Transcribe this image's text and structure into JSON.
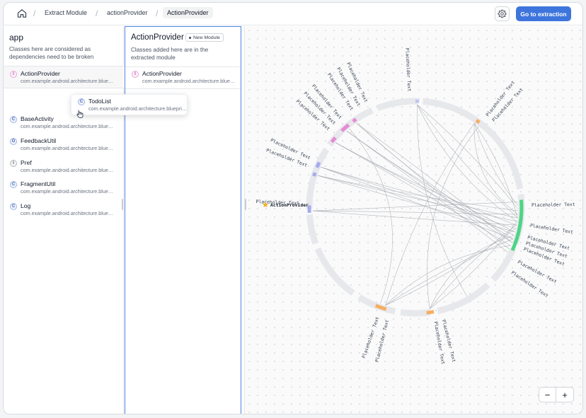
{
  "breadcrumb": {
    "items": [
      "Extract Module",
      "actionProvider",
      "ActionProvider"
    ]
  },
  "header": {
    "go_button": "Go to extraction"
  },
  "app_panel": {
    "title": "app",
    "description": "Classes here are considered as dependencies need to be broken",
    "pinned": {
      "badge": "I",
      "name": "ActionProvider",
      "package": "com.example.android.architecture.blueprints"
    },
    "items": [
      {
        "badge": "C",
        "name": "BaseActivity",
        "package": "com.example.android.architecture.blueprints"
      },
      {
        "badge": "O",
        "name": "FeedbackUtil",
        "package": "com.example.android.architecture.blueprints"
      },
      {
        "badge": "I",
        "name": "Pref",
        "package": "com.example.android.architecture.blueprints"
      },
      {
        "badge": "C",
        "name": "FragmentUtil",
        "package": "com.example.android.architecture.blueprints"
      },
      {
        "badge": "C",
        "name": "Log",
        "package": "com.example.android.architecture.blueprints"
      }
    ]
  },
  "drag_item": {
    "badge": "C",
    "name": "TodoList",
    "package": "com.example.android.architecture.blueprints"
  },
  "module_panel": {
    "title": "ActionProvider",
    "tag": "New Module",
    "description": "Classes added here are in the extracted module",
    "items": [
      {
        "badge": "I",
        "name": "ActionProvider",
        "package": "com.example.android.architecture.blueprints"
      }
    ]
  },
  "graph": {
    "node_label": "Placeholder Text",
    "highlight_label": "ActionProvider",
    "colors": {
      "pink": "#e58bd3",
      "purple": "#a6abee",
      "green": "#4dd487",
      "orange": "#f5ae63",
      "ring": "#e7e8ec"
    }
  },
  "zoom": {
    "minus": "−",
    "plus": "+"
  }
}
